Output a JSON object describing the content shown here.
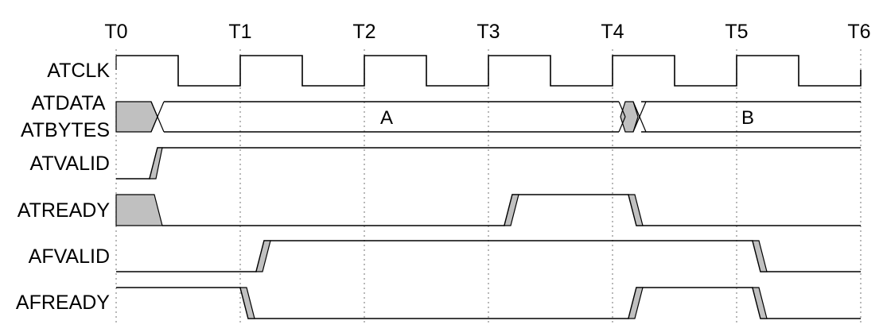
{
  "diagram": {
    "time_markers": [
      "T0",
      "T1",
      "T2",
      "T3",
      "T4",
      "T5",
      "T6"
    ],
    "signals": [
      {
        "name": "ATCLK",
        "type": "clock"
      },
      {
        "name": "ATDATA\nATBYTES",
        "type": "bus",
        "values": [
          "A",
          "B"
        ]
      },
      {
        "name": "ATVALID",
        "type": "wire"
      },
      {
        "name": "ATREADY",
        "type": "wire"
      },
      {
        "name": "AFVALID",
        "type": "wire"
      },
      {
        "name": "AFREADY",
        "type": "wire"
      }
    ],
    "colors": {
      "line": "#000000",
      "unknown_fill": "#c0c0c0",
      "grid": "#8a8a8a"
    }
  }
}
